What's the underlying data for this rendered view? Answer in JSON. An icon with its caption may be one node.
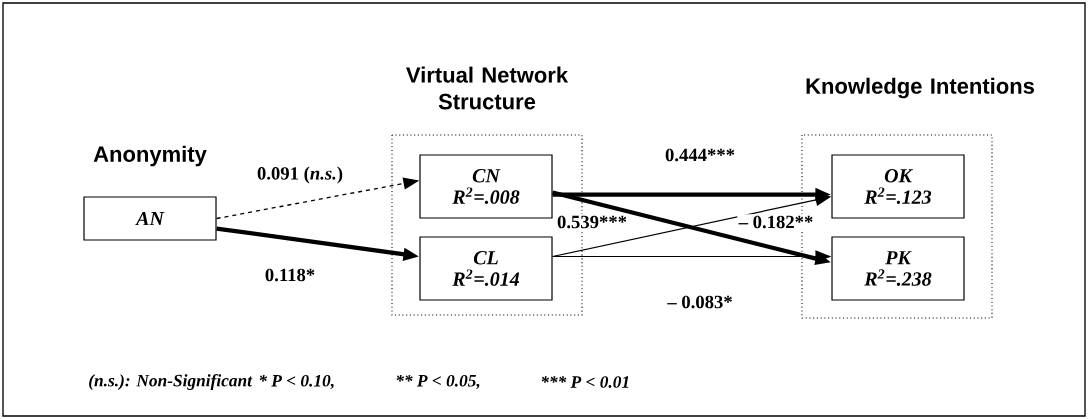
{
  "diagram": {
    "nodes": [
      {
        "text": [
          "AN"
        ],
        "beside": [
          "Anonymity"
        ]
      },
      {
        "text": [
          "Virtual Network Structure"
        ]
      },
      {
        "text": [
          "CN",
          "R$^{2}$=.008"
        ],
        "in": 1
      },
      {
        "text": [
          "CL",
          "R$^{2}$=.014"
        ],
        "in": 1
      },
      {
        "text": [
          "Knowledge Intentions"
        ]
      },
      {
        "text": [
          "OK",
          "R$^{2}$=.123"
        ],
        "in": 4
      },
      {
        "text": [
          "PK",
          "R$^{2}$=.238"
        ],
        "in": 4
      }
    ],
    "edges": [
      {
        "from": 0,
        "to": 2,
        "arrow": "to",
        "style": "dashed",
        "label": "0.091 (*n.s.*)"
      },
      {
        "from": 0,
        "to": 3,
        "arrow": "to",
        "style": "thick",
        "label": "0.118*"
      },
      {
        "from": 2,
        "to": 5,
        "arrow": "to",
        "style": "thick",
        "label": "0.444***"
      },
      {
        "from": 2,
        "to": 6,
        "arrow": "to",
        "style": "thick",
        "label": "0.539***"
      },
      {
        "from": 3,
        "to": 5,
        "arrow": "to",
        "label": "– 0.182**"
      },
      {
        "from": 3,
        "to": 6,
        "arrow": "to",
        "label": "– 0.083*"
      }
    ],
    "labels": [
      "(n.s.): Non-Significant",
      "* P < 0.10,",
      "** P < 0.05,",
      "*** P < 0.01"
    ]
  }
}
